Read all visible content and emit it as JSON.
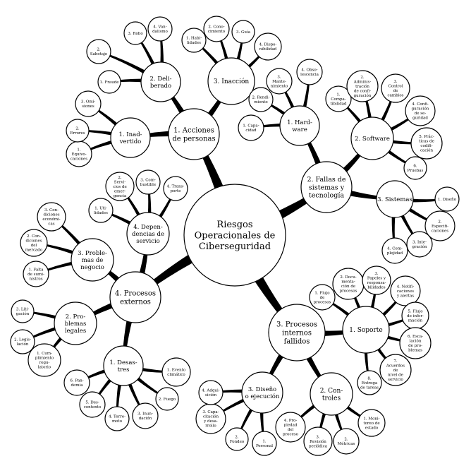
{
  "nodes": {
    "root": {
      "lines": [
        "Riesgos",
        "Operacionales de",
        "Ciberseguridad"
      ]
    },
    "acciones": {
      "lines": [
        "1. Acciones",
        "de personas"
      ]
    },
    "inadvertido": {
      "lines": [
        "1. Inad-",
        "vertido"
      ]
    },
    "inad_1": {
      "lines": [
        "1.",
        "Equivo-",
        "caciones"
      ]
    },
    "inad_2": {
      "lines": [
        "2.",
        "Errores"
      ]
    },
    "inad_3": {
      "lines": [
        "3. Omi-",
        "siones"
      ]
    },
    "deliberado": {
      "lines": [
        "2. Deli-",
        "berado"
      ]
    },
    "del_1": {
      "lines": [
        "1. Fraude"
      ]
    },
    "del_2": {
      "lines": [
        "2.",
        "Sabotaje"
      ]
    },
    "del_3": {
      "lines": [
        "3. Robo"
      ]
    },
    "del_4": {
      "lines": [
        "4. Van-",
        "dalismo"
      ]
    },
    "inaccion": {
      "lines": [
        "3. Inacción"
      ]
    },
    "ina_1": {
      "lines": [
        "1. Habi-",
        "lidades"
      ]
    },
    "ina_2": {
      "lines": [
        "2. Cono-",
        "cimiento"
      ]
    },
    "ina_3": {
      "lines": [
        "3. Guía"
      ]
    },
    "ina_4": {
      "lines": [
        "4. Dispo-",
        "nibilidad"
      ]
    },
    "fallas": {
      "lines": [
        "2. Fallas de",
        "sistemas y",
        "tecnología"
      ]
    },
    "hardware": {
      "lines": [
        "1. Hard-",
        "ware"
      ]
    },
    "hw_1": {
      "lines": [
        "1. Capa-",
        "cidad"
      ]
    },
    "hw_2": {
      "lines": [
        "2. Rendi-",
        "miento"
      ]
    },
    "hw_3": {
      "lines": [
        "3.",
        "Mante-",
        "nimiento"
      ]
    },
    "hw_4": {
      "lines": [
        "4. Obso-",
        "lescencia"
      ]
    },
    "software": {
      "lines": [
        "2. Software"
      ]
    },
    "sw_1": {
      "lines": [
        "1.",
        "Compa-",
        "tibilidad"
      ]
    },
    "sw_2": {
      "lines": [
        "2.",
        "Adminis-",
        "tración",
        "de confi-",
        "guración"
      ]
    },
    "sw_3": {
      "lines": [
        "3.",
        "Control",
        "de",
        "cambios"
      ]
    },
    "sw_4": {
      "lines": [
        "4. Confi-",
        "guración",
        "de se-",
        "guridad"
      ]
    },
    "sw_5": {
      "lines": [
        "5. Prác-",
        "ticas de",
        "codifi-",
        "cación"
      ]
    },
    "sw_6": {
      "lines": [
        "6.",
        "Pruebas"
      ]
    },
    "sistemas": {
      "lines": [
        "3. Sistemas"
      ]
    },
    "sis_1": {
      "lines": [
        "1. Diseño"
      ]
    },
    "sis_2": {
      "lines": [
        "2.",
        "Especifi-",
        "caciones"
      ]
    },
    "sis_3": {
      "lines": [
        "3. Inte-",
        "gración"
      ]
    },
    "sis_4": {
      "lines": [
        "4. Com-",
        "plejidad"
      ]
    },
    "procesos": {
      "lines": [
        "3. Procesos",
        "internos",
        "fallidos"
      ]
    },
    "soporte": {
      "lines": [
        "1. Soporte"
      ]
    },
    "sop_1": {
      "lines": [
        "1. Flujo",
        "de",
        "procesos"
      ]
    },
    "sop_2": {
      "lines": [
        "2. Docu-",
        "menta-",
        "ción de",
        "procesos"
      ]
    },
    "sop_3": {
      "lines": [
        "3.",
        "Papeles y",
        "responsa-",
        "bilidades"
      ]
    },
    "sop_4": {
      "lines": [
        "4. Notifi-",
        "caciones",
        "y alertas"
      ]
    },
    "sop_5": {
      "lines": [
        "5. Flujo",
        "de infor-",
        "mación"
      ]
    },
    "sop_6": {
      "lines": [
        "6. Esca-",
        "lación",
        "de pro-",
        "blemas"
      ]
    },
    "sop_7": {
      "lines": [
        "7.",
        "Acuerdos",
        "de",
        "nivel de",
        "servicio"
      ]
    },
    "sop_8": {
      "lines": [
        "8.",
        "Entrega",
        "de tareas"
      ]
    },
    "controles": {
      "lines": [
        "2. Con-",
        "troles"
      ]
    },
    "con_1": {
      "lines": [
        "1. Moni-",
        "toreo de",
        "estado"
      ]
    },
    "con_2": {
      "lines": [
        "2.",
        "Métricas"
      ]
    },
    "con_3": {
      "lines": [
        "3.",
        "Revisión",
        "periódica"
      ]
    },
    "con_4": {
      "lines": [
        "4. Pro-",
        "piedad",
        "del",
        "proceso"
      ]
    },
    "diseno": {
      "lines": [
        "3. Diseño",
        "o ejecución"
      ]
    },
    "dis_1": {
      "lines": [
        "1.",
        "Personal"
      ]
    },
    "dis_2": {
      "lines": [
        "2.",
        "Fondeo"
      ]
    },
    "dis_3": {
      "lines": [
        "3. Capa-",
        "citación",
        "y desa-",
        "rrollo"
      ]
    },
    "dis_4": {
      "lines": [
        "4. Adqui-",
        "sición"
      ]
    },
    "externos": {
      "lines": [
        "4. Procesos",
        "externos"
      ]
    },
    "problemas_negocio": {
      "lines": [
        "3. Proble-",
        "mas de",
        "negocio"
      ]
    },
    "neg_1": {
      "lines": [
        "1. Falta",
        "de sumi-",
        "nistros"
      ]
    },
    "neg_2": {
      "lines": [
        "2. Con-",
        "diciones",
        "del",
        "mercado"
      ]
    },
    "neg_3": {
      "lines": [
        "3. Con-",
        "diciones",
        "económi-",
        "cas"
      ]
    },
    "dependencias": {
      "lines": [
        "4. Depen-",
        "dencias de",
        "servicio"
      ]
    },
    "dep_1": {
      "lines": [
        "1. Uti-",
        "lidades"
      ]
    },
    "dep_2": {
      "lines": [
        "2.",
        "Servi-",
        "cios de",
        "emer-",
        "gencia"
      ]
    },
    "dep_3": {
      "lines": [
        "3. Com-",
        "bustible"
      ]
    },
    "dep_4": {
      "lines": [
        "4. Trans-",
        "porte"
      ]
    },
    "problemas_legales": {
      "lines": [
        "2. Pro-",
        "blemas",
        "legales"
      ]
    },
    "leg_1": {
      "lines": [
        "1. Cum-",
        "plimiento",
        "regu-",
        "latorio"
      ]
    },
    "leg_2": {
      "lines": [
        "2. Legis-",
        "lación"
      ]
    },
    "leg_3": {
      "lines": [
        "3. Liti-",
        "gación"
      ]
    },
    "desastres": {
      "lines": [
        "1. Desas-",
        "tres"
      ]
    },
    "des_1": {
      "lines": [
        "1. Evento",
        "climático"
      ]
    },
    "des_2": {
      "lines": [
        "2. Fuego"
      ]
    },
    "des_3": {
      "lines": [
        "3. Inun-",
        "dación"
      ]
    },
    "des_4": {
      "lines": [
        "4. Terre-",
        "moto"
      ]
    },
    "des_5": {
      "lines": [
        "5. Des-",
        "contento"
      ]
    },
    "des_6": {
      "lines": [
        "6. Pan-",
        "demia"
      ]
    }
  }
}
